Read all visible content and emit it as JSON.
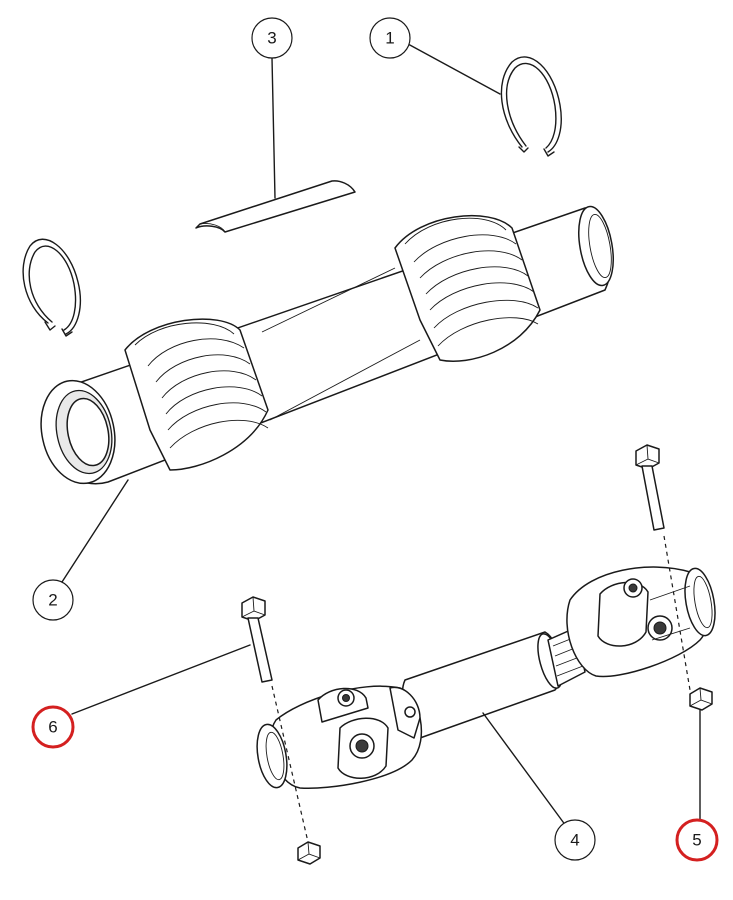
{
  "callouts": [
    {
      "id": "c1",
      "label": "1",
      "highlighted": false
    },
    {
      "id": "c2",
      "label": "2",
      "highlighted": false
    },
    {
      "id": "c3",
      "label": "3",
      "highlighted": false
    },
    {
      "id": "c4",
      "label": "4",
      "highlighted": false
    },
    {
      "id": "c5",
      "label": "5",
      "highlighted": true
    },
    {
      "id": "c6",
      "label": "6",
      "highlighted": true
    }
  ],
  "colors": {
    "line": "#1a1a1a",
    "highlight": "#d42020",
    "background": "#ffffff"
  }
}
